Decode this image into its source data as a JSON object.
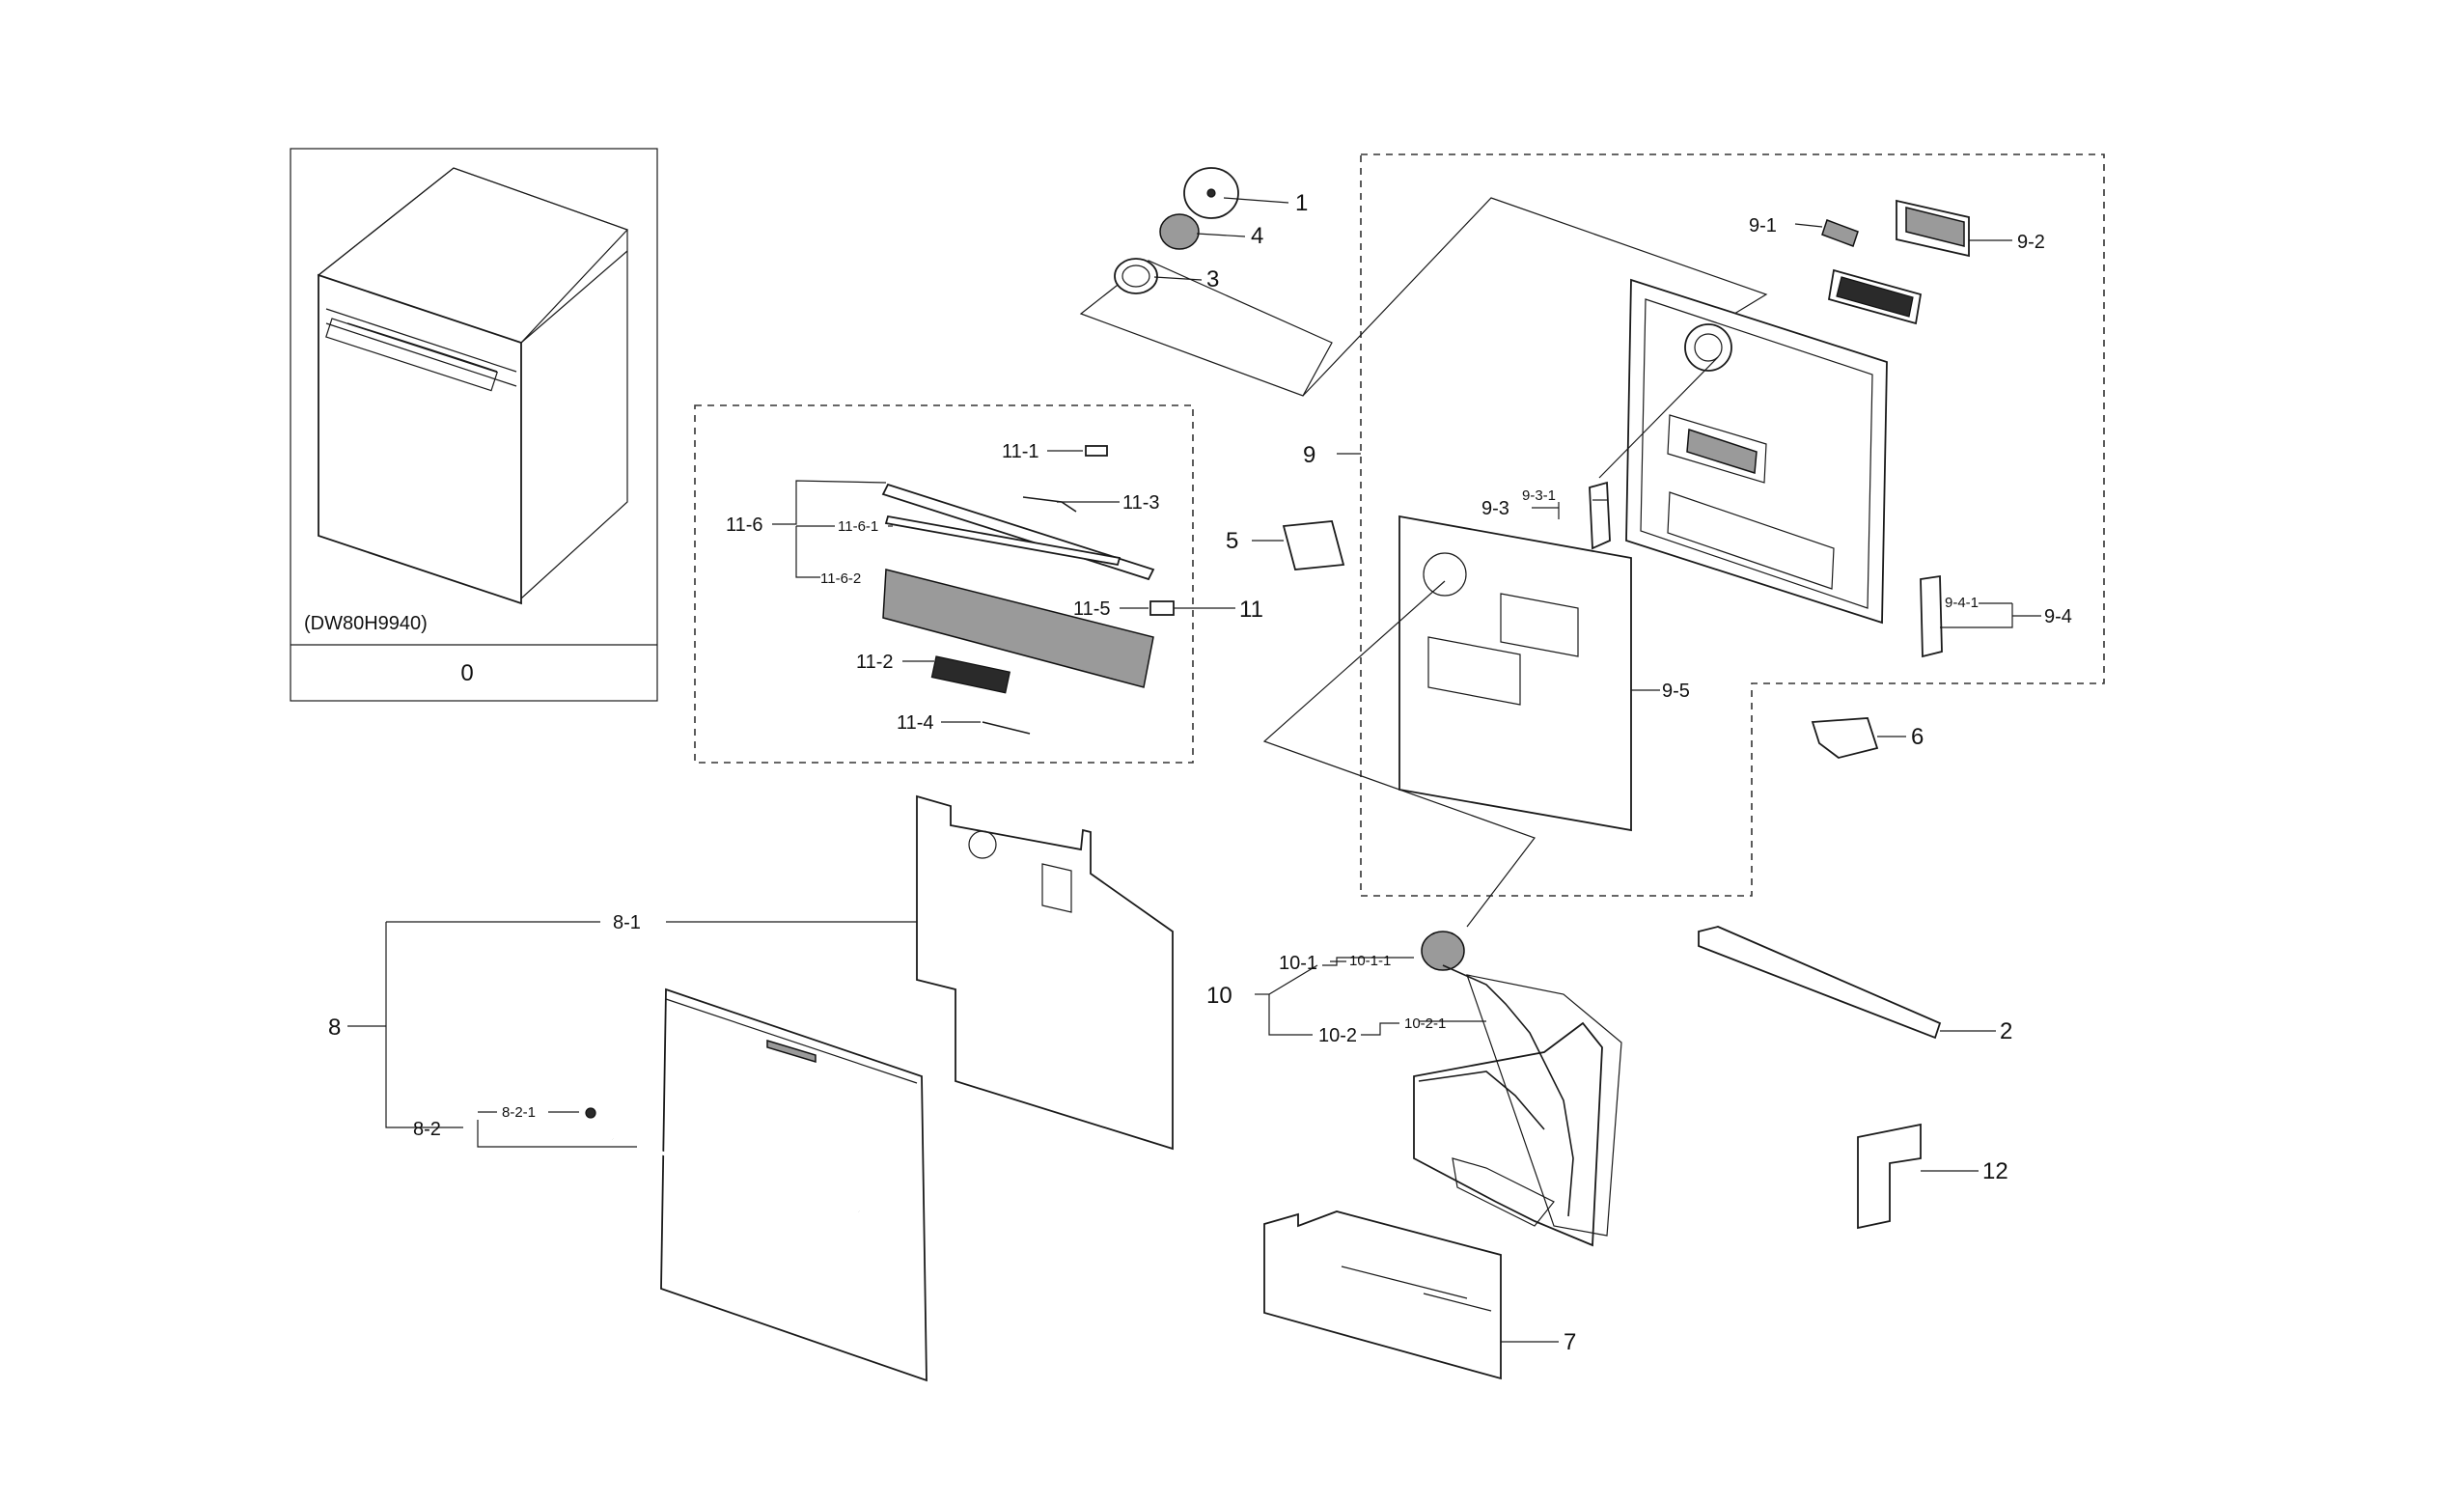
{
  "diagram": {
    "model_label": "(DW80H9940)",
    "assembly_zero": "0",
    "callouts": {
      "p1": "1",
      "p2": "2",
      "p3": "3",
      "p4": "4",
      "p5": "5",
      "p6": "6",
      "p7": "7",
      "p8": "8",
      "p8_1": "8-1",
      "p8_2": "8-2",
      "p8_2_1": "8-2-1",
      "p9": "9",
      "p9_1": "9-1",
      "p9_2": "9-2",
      "p9_3": "9-3",
      "p9_3_1": "9-3-1",
      "p9_4": "9-4",
      "p9_4_1": "9-4-1",
      "p9_5": "9-5",
      "p10": "10",
      "p10_1": "10-1",
      "p10_1_1": "10-1-1",
      "p10_2": "10-2",
      "p10_2_1": "10-2-1",
      "p11": "11",
      "p11_1": "11-1",
      "p11_2": "11-2",
      "p11_3": "11-3",
      "p11_4": "11-4",
      "p11_5": "11-5",
      "p11_6": "11-6",
      "p11_6_1": "11-6-1",
      "p11_6_2": "11-6-2",
      "p12": "12"
    }
  }
}
